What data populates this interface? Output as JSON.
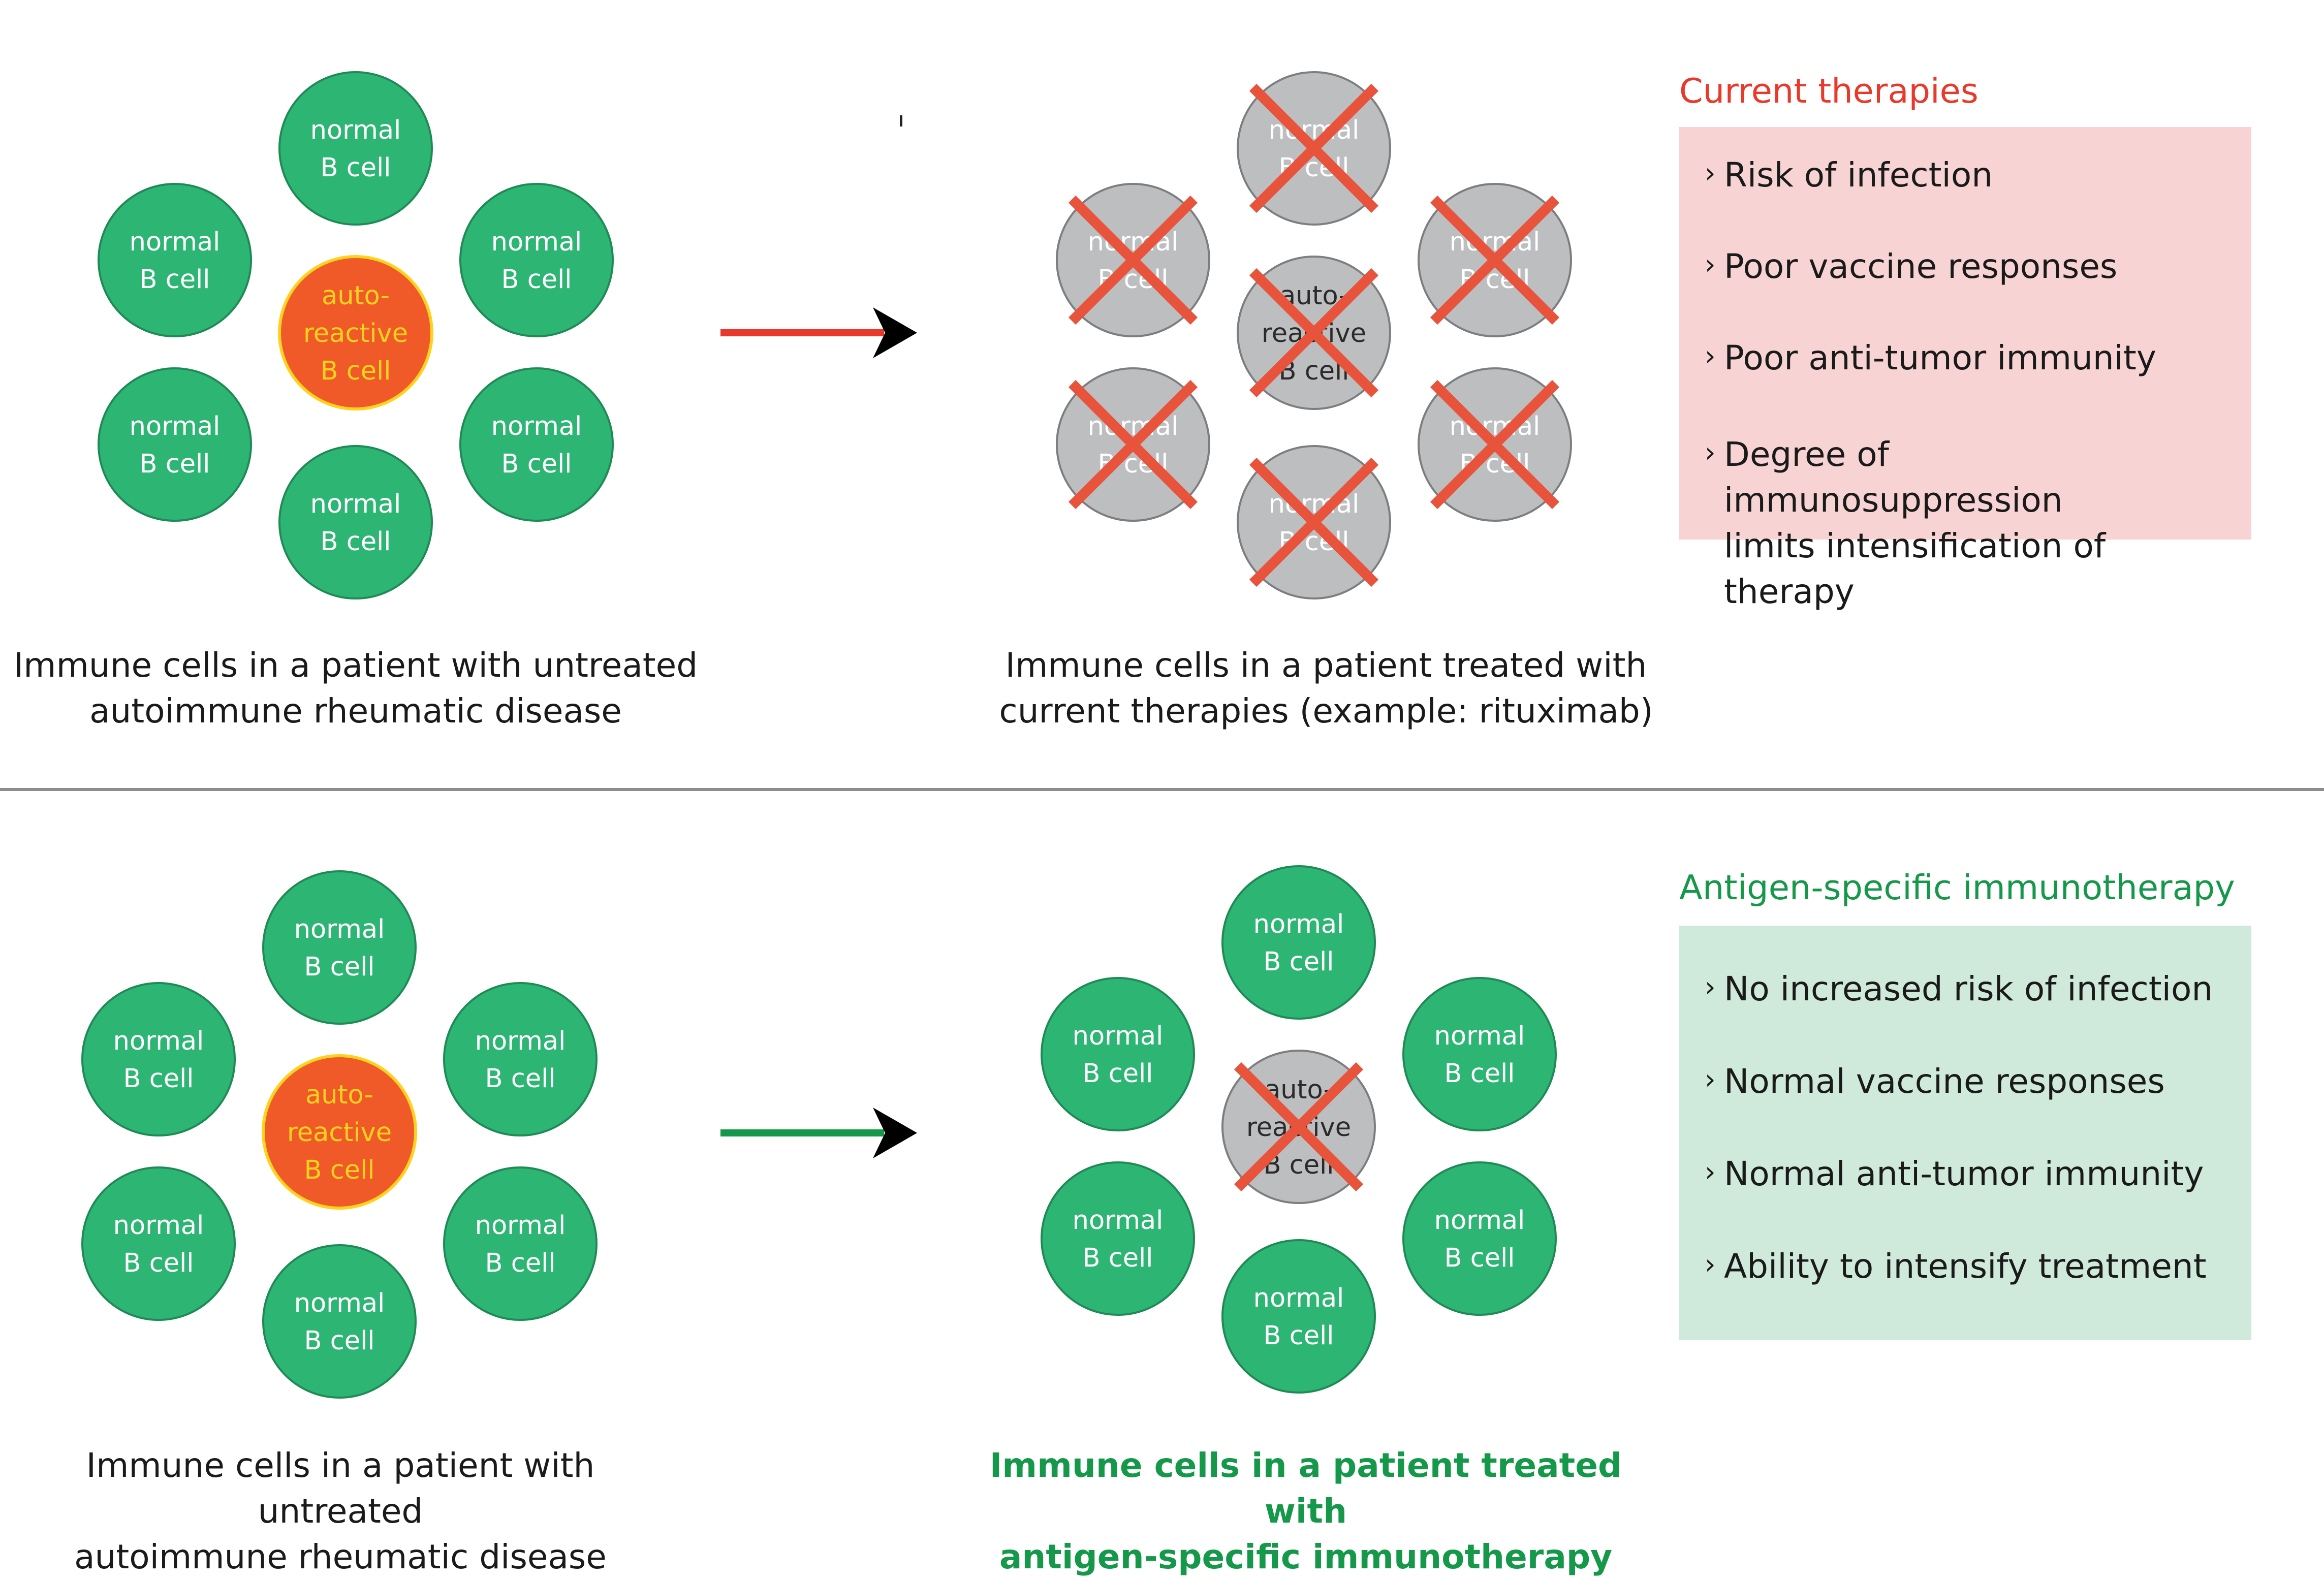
{
  "top_row": {
    "left_cluster": {
      "center_cell": {
        "line1": "auto-",
        "line2": "reactive",
        "line3": "B cell"
      },
      "outer_cell": {
        "line1": "normal",
        "line2": "B cell"
      }
    },
    "right_cluster": {
      "center_cell": {
        "line1": "auto-",
        "line2": "reactive",
        "line3": "B cell"
      },
      "outer_cell": {
        "line1": "normal",
        "line2": "B cell"
      },
      "all_cells_crossed": true
    },
    "left_caption": {
      "line1": "Immune cells in a patient with untreated",
      "line2": "autoimmune rheumatic disease"
    },
    "right_caption": {
      "line1": "Immune cells in a patient treated with",
      "line2": "current therapies (example: rituximab)"
    },
    "panel": {
      "heading": "Current therapies",
      "items": [
        {
          "line1": "Risk of infection"
        },
        {
          "line1": "Poor vaccine responses"
        },
        {
          "line1": "Poor anti-tumor immunity"
        },
        {
          "line1": "Degree of immunosuppression",
          "line2": "limits intensification of therapy"
        }
      ]
    }
  },
  "bottom_row": {
    "left_cluster": {
      "center_cell": {
        "line1": "auto-",
        "line2": "reactive",
        "line3": "B cell"
      },
      "outer_cell": {
        "line1": "normal",
        "line2": "B cell"
      }
    },
    "right_cluster": {
      "center_cell": {
        "line1": "auto-",
        "line2": "reactive",
        "line3": "B cell"
      },
      "outer_cell": {
        "line1": "normal",
        "line2": "B cell"
      },
      "only_center_crossed": true
    },
    "left_caption": {
      "line1": "Immune cells in a patient with untreated",
      "line2": "autoimmune rheumatic disease"
    },
    "right_caption": {
      "line1": "Immune cells in a patient treated with",
      "line2": "antigen-specific immunotherapy"
    },
    "panel": {
      "heading": "Antigen-specific immunotherapy",
      "items": [
        {
          "line1": "No increased risk of infection"
        },
        {
          "line1": "Normal vaccine responses"
        },
        {
          "line1": "Normal anti-tumor immunity"
        },
        {
          "line1": "Ability to intensify treatment"
        }
      ]
    }
  },
  "chevron_glyph": "›",
  "colors": {
    "normal_cell": "#2db673",
    "autoreactive_cell": "#f05a28",
    "autoreactive_text": "#ffd21f",
    "depleted_cell": "#bdbec0",
    "cross": "#e8533c",
    "arrow_top": "#e8392a",
    "arrow_bottom": "#15984a",
    "panel_top_bg": "#f8d3d3",
    "panel_top_heading": "#e8392a",
    "panel_bottom_bg": "#cfeadb",
    "panel_bottom_heading": "#15984a"
  }
}
